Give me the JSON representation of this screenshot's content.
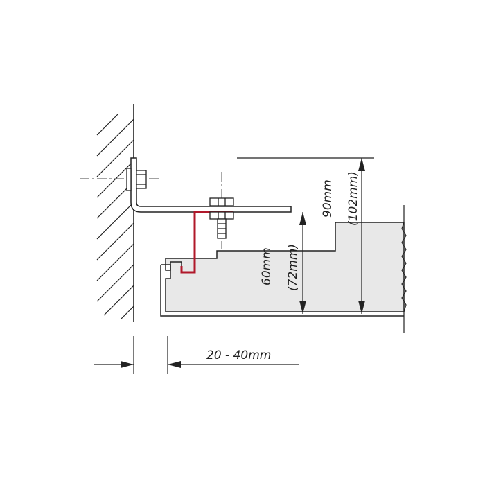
{
  "dimensions": {
    "gap": "20 - 40mm",
    "low_height": "60mm",
    "low_height_alt": "(72mm)",
    "high_height": "90mm",
    "high_height_alt": "(102mm)"
  },
  "colors": {
    "line": "#222222",
    "panel_fill": "#e8e8e8",
    "bracket_red": "#b0182a"
  }
}
